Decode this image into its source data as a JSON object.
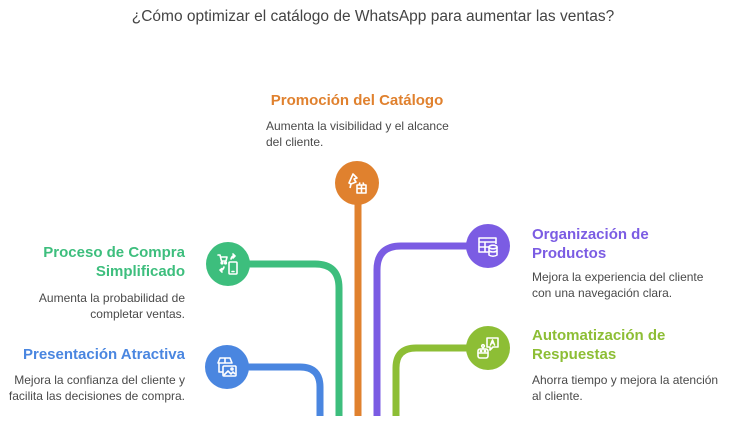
{
  "title": "¿Cómo optimizar el catálogo de WhatsApp para aumentar las ventas?",
  "colors": {
    "orange": "#E0812E",
    "green": "#3DBE7D",
    "blue": "#4A86E0",
    "purple": "#7B5CE3",
    "lime": "#8DBE35"
  },
  "items": [
    {
      "heading": "Promoción del Catálogo",
      "description_line1": "Aumenta la visibilidad y el alcance",
      "description_line2": "del cliente.",
      "icon": "megaphone-gift-icon",
      "color": "#E0812E"
    },
    {
      "heading_line1": "Proceso de Compra",
      "heading_line2": "Simplificado",
      "description_line1": "Aumenta la probabilidad de",
      "description_line2": "completar ventas.",
      "icon": "cart-phone-exchange-icon",
      "color": "#3DBE7D"
    },
    {
      "heading": "Presentación Atractiva",
      "description_line1": "Mejora la confianza del cliente y",
      "description_line2": "facilita las decisiones de compra.",
      "icon": "store-image-icon",
      "color": "#4A86E0"
    },
    {
      "heading_line1": "Organización de",
      "heading_line2": "Productos",
      "description_line1": "Mejora la experiencia del cliente",
      "description_line2": "con una navegación clara.",
      "icon": "table-database-icon",
      "color": "#7B5CE3"
    },
    {
      "heading_line1": "Automatización de",
      "heading_line2": "Respuestas",
      "description_line1": "Ahorra tiempo y mejora la atención",
      "description_line2": "al cliente.",
      "icon": "robot-chat-icon",
      "color": "#8DBE35"
    }
  ]
}
